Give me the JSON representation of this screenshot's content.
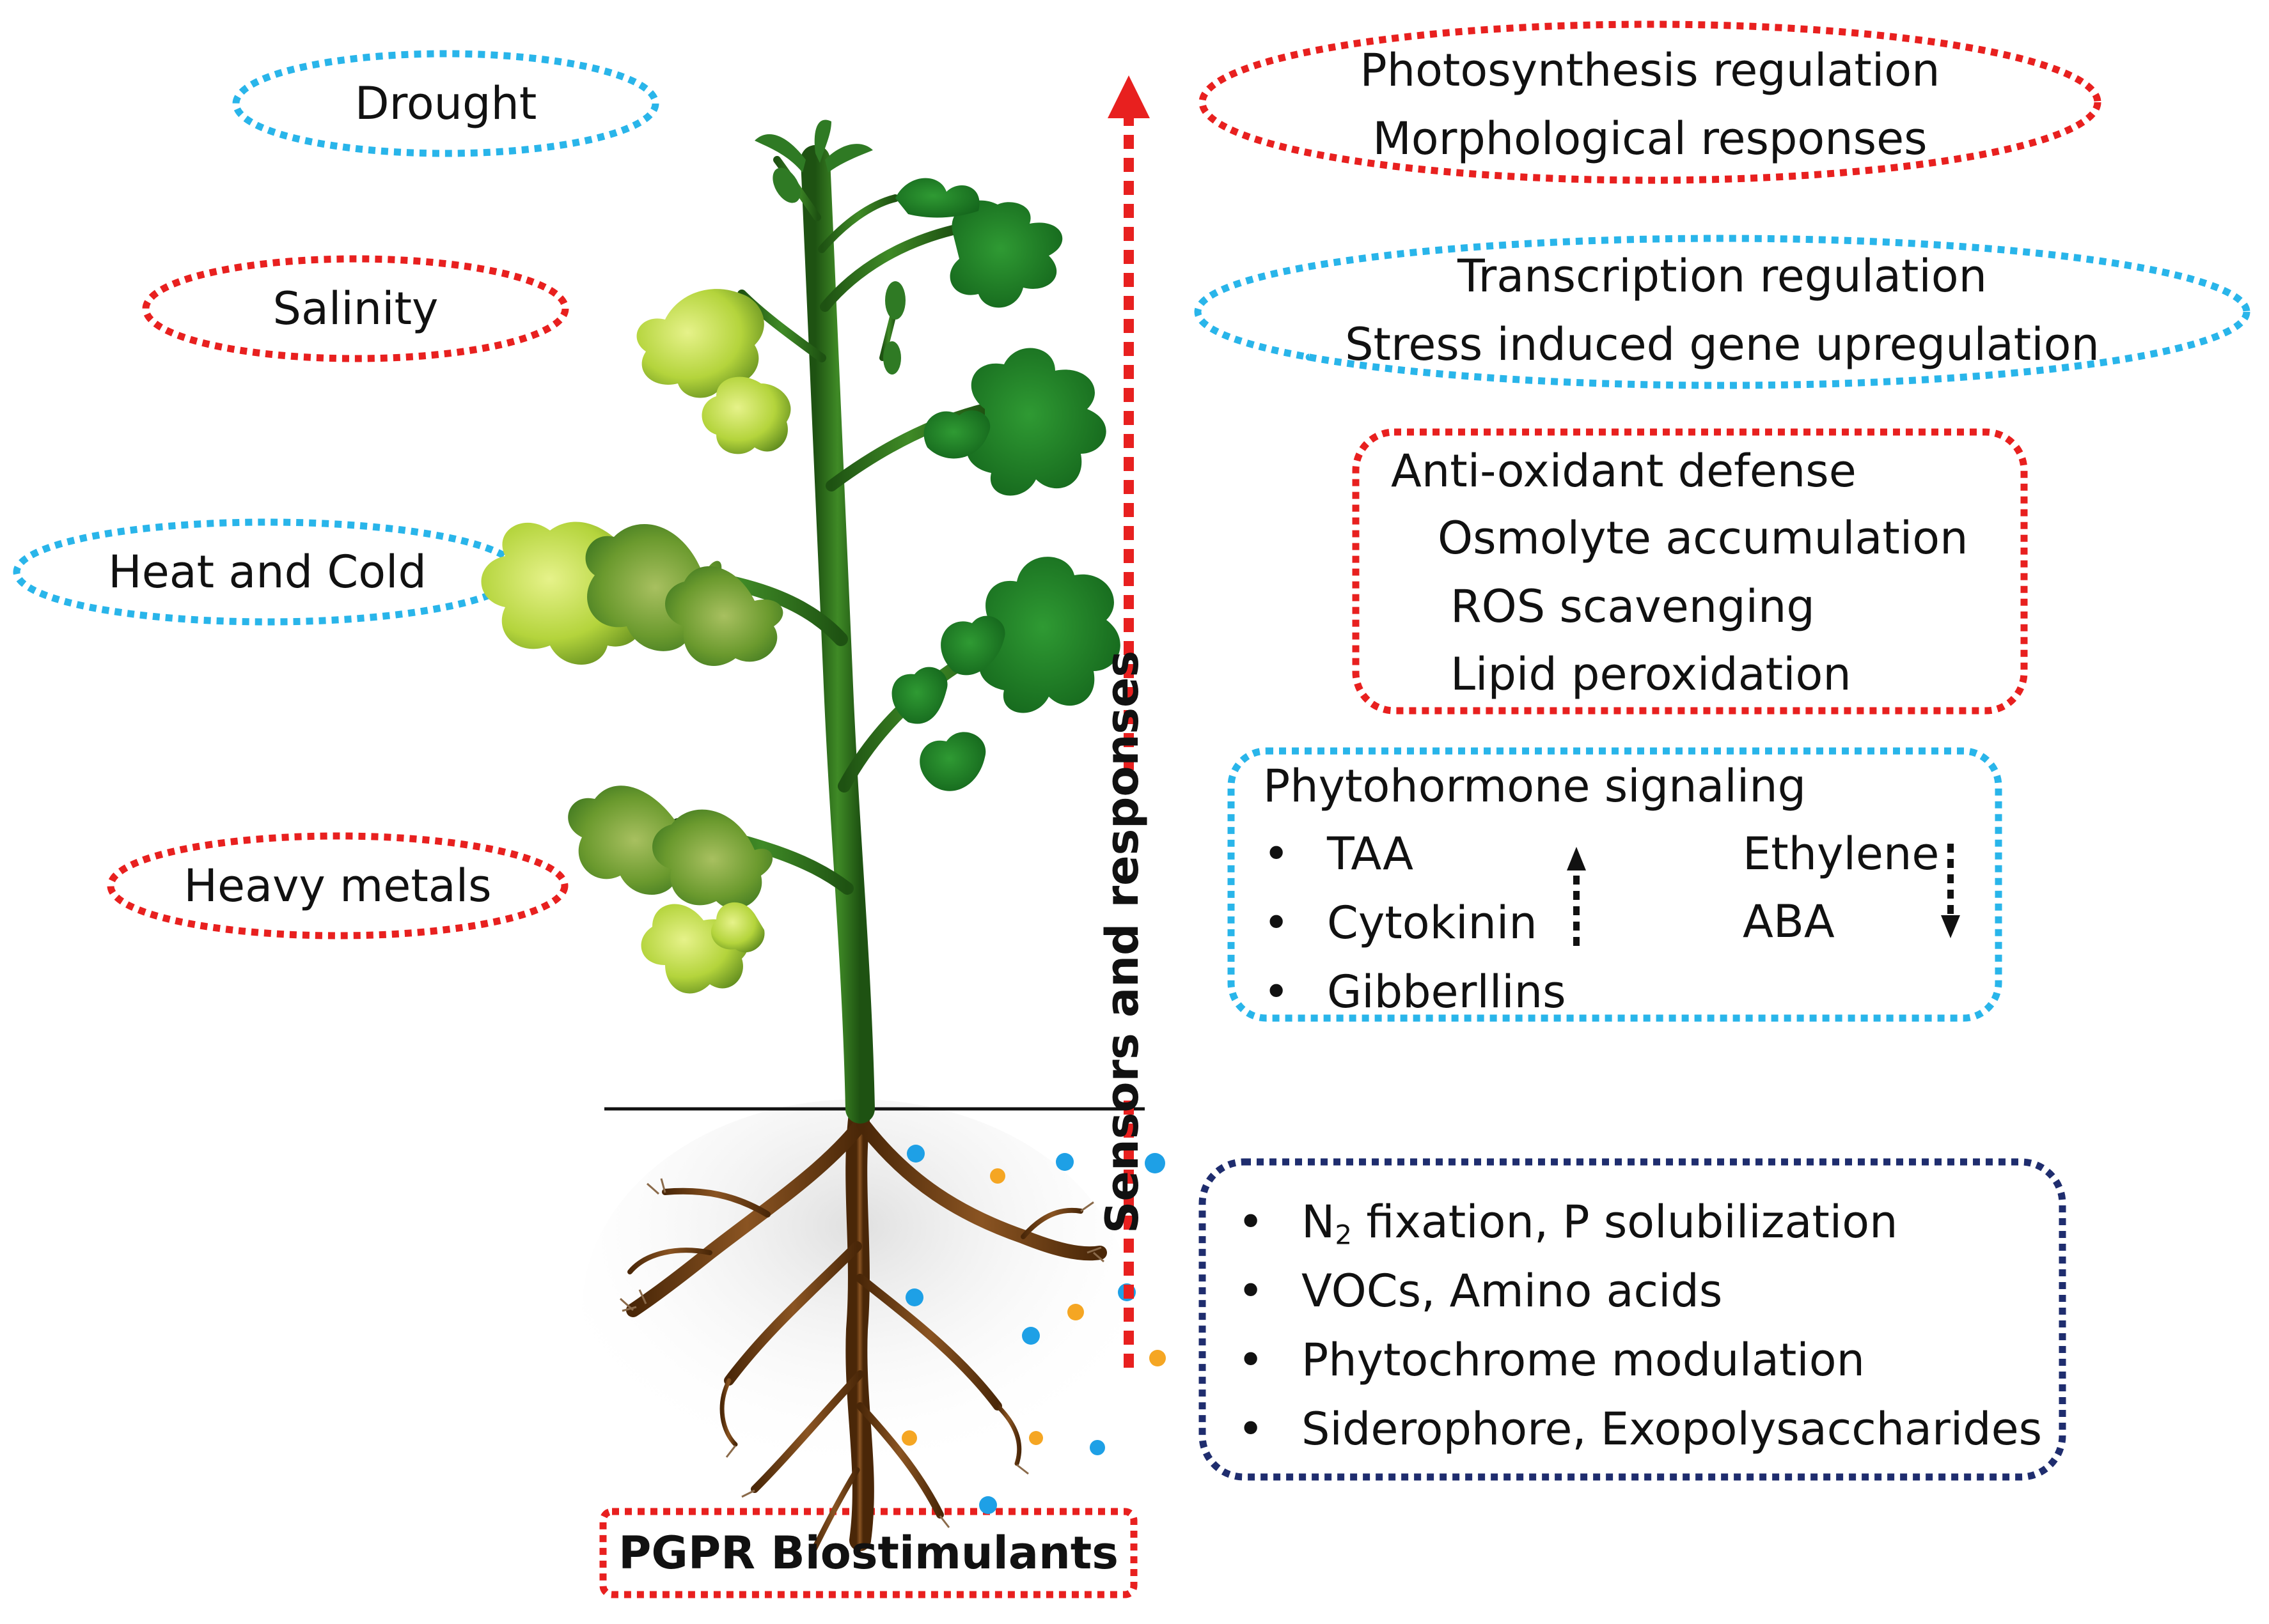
{
  "stresses": {
    "drought": "Drought",
    "salinity": "Salinity",
    "heat_cold": "Heat and Cold",
    "heavy_metals": "Heavy metals"
  },
  "axis_label": "Sensors and responses",
  "responses": {
    "photosynthesis": [
      "Photosynthesis regulation",
      "Morphological responses"
    ],
    "transcription": [
      "Transcription regulation",
      "Stress induced gene upregulation"
    ],
    "antioxidant": [
      "Anti-oxidant defense",
      "Osmolyte accumulation",
      "ROS scavenging",
      "Lipid peroxidation"
    ],
    "phytohormone": {
      "title": "Phytohormone signaling",
      "up_items": [
        "TAA",
        "Cytokinin",
        "Gibberllins"
      ],
      "down_items": [
        "Ethylene",
        "ABA"
      ]
    }
  },
  "pgpr": {
    "items": [
      {
        "pre": "N",
        "sub": "2",
        "post": " fixation, P solubilization"
      },
      {
        "pre": "VOCs, Amino acids",
        "sub": "",
        "post": ""
      },
      {
        "pre": "Phytochrome modulation",
        "sub": "",
        "post": ""
      },
      {
        "pre": "Siderophore, Exopolysaccharides",
        "sub": "",
        "post": ""
      }
    ],
    "label": "PGPR Biostimulants"
  },
  "colors": {
    "red": "#e8201f",
    "cyan": "#29b5ea",
    "navy": "#1f2d6e",
    "leaf_dark": "#1f7a26",
    "leaf_light": "#b6d93e",
    "stem": "#2f6a1c",
    "root": "#6b3b12"
  }
}
